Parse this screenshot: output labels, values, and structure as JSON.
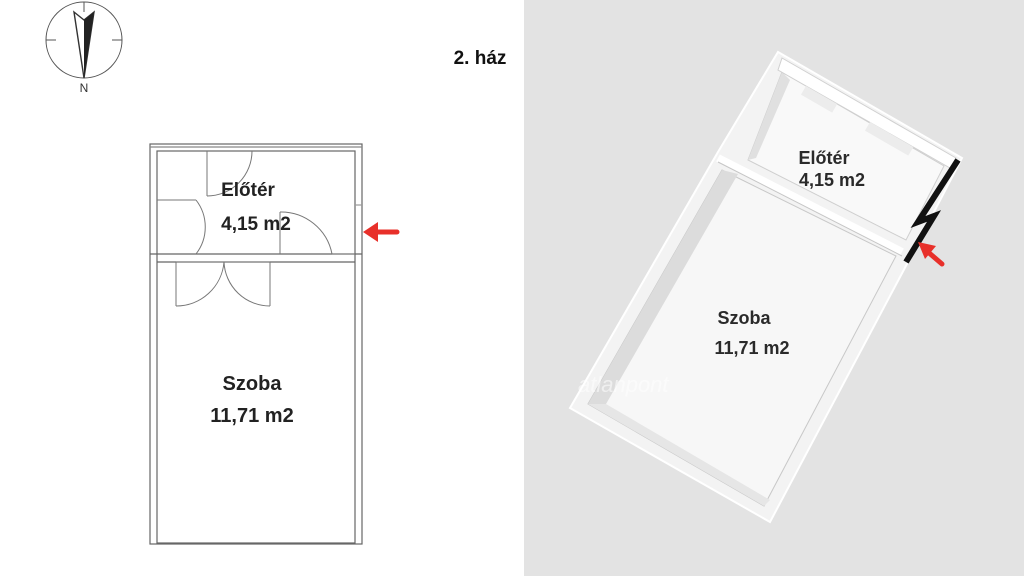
{
  "house_title": "2. ház",
  "compass": {
    "north_label": "N",
    "icon": "compass-icon"
  },
  "plan": {
    "rooms": [
      {
        "name": "Előtér",
        "area": "4,15 m2"
      },
      {
        "name": "Szoba",
        "area": "11,71 m2"
      }
    ],
    "entrance_arrow_color": "#e8302a"
  },
  "view3d": {
    "rooms": [
      {
        "name": "Előtér",
        "area": "4,15 m2"
      },
      {
        "name": "Szoba",
        "area": "11,71 m2"
      }
    ],
    "watermark": "atlanpont",
    "entrance_arrow_color": "#e8302a"
  }
}
